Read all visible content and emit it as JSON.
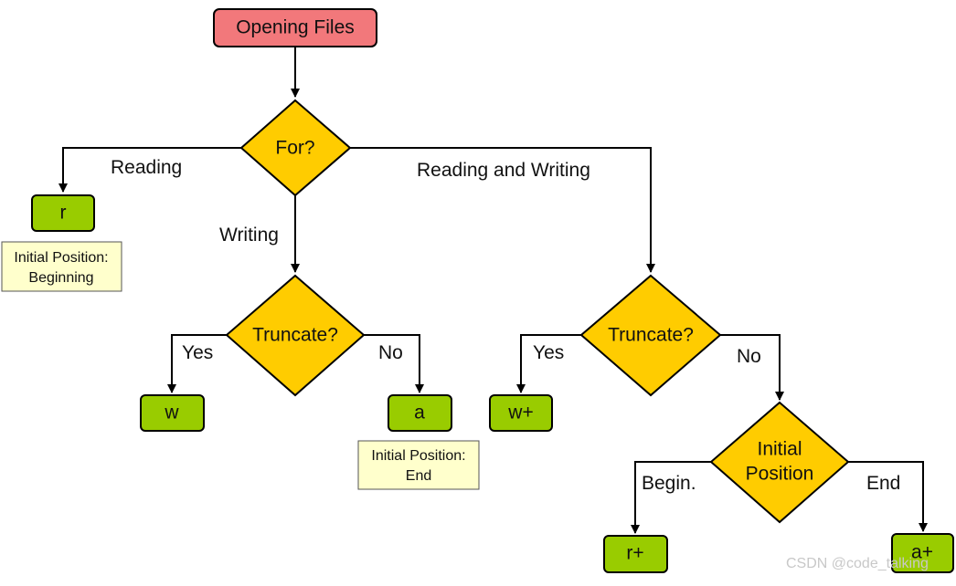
{
  "colors": {
    "start": "#f2787b",
    "decision": "#ffcc00",
    "terminal": "#99cc00",
    "note": "#ffffcc",
    "line": "#000000"
  },
  "nodes": {
    "start": "Opening Files",
    "for": "For?",
    "truncate_write": "Truncate?",
    "truncate_rw": "Truncate?",
    "initial_position": [
      "Initial",
      "Position"
    ],
    "r": "r",
    "w": "w",
    "a": "a",
    "w_plus": "w+",
    "r_plus": "r+",
    "a_plus": "a+"
  },
  "edges": {
    "reading": "Reading",
    "writing": "Writing",
    "reading_and_writing": "Reading and Writing",
    "yes_write": "Yes",
    "no_write": "No",
    "yes_rw": "Yes",
    "no_rw": "No",
    "begin": "Begin.",
    "end": "End"
  },
  "notes": {
    "r": [
      "Initial Position:",
      "Beginning"
    ],
    "a": [
      "Initial Position:",
      "End"
    ]
  },
  "watermark": "CSDN @code_talking"
}
